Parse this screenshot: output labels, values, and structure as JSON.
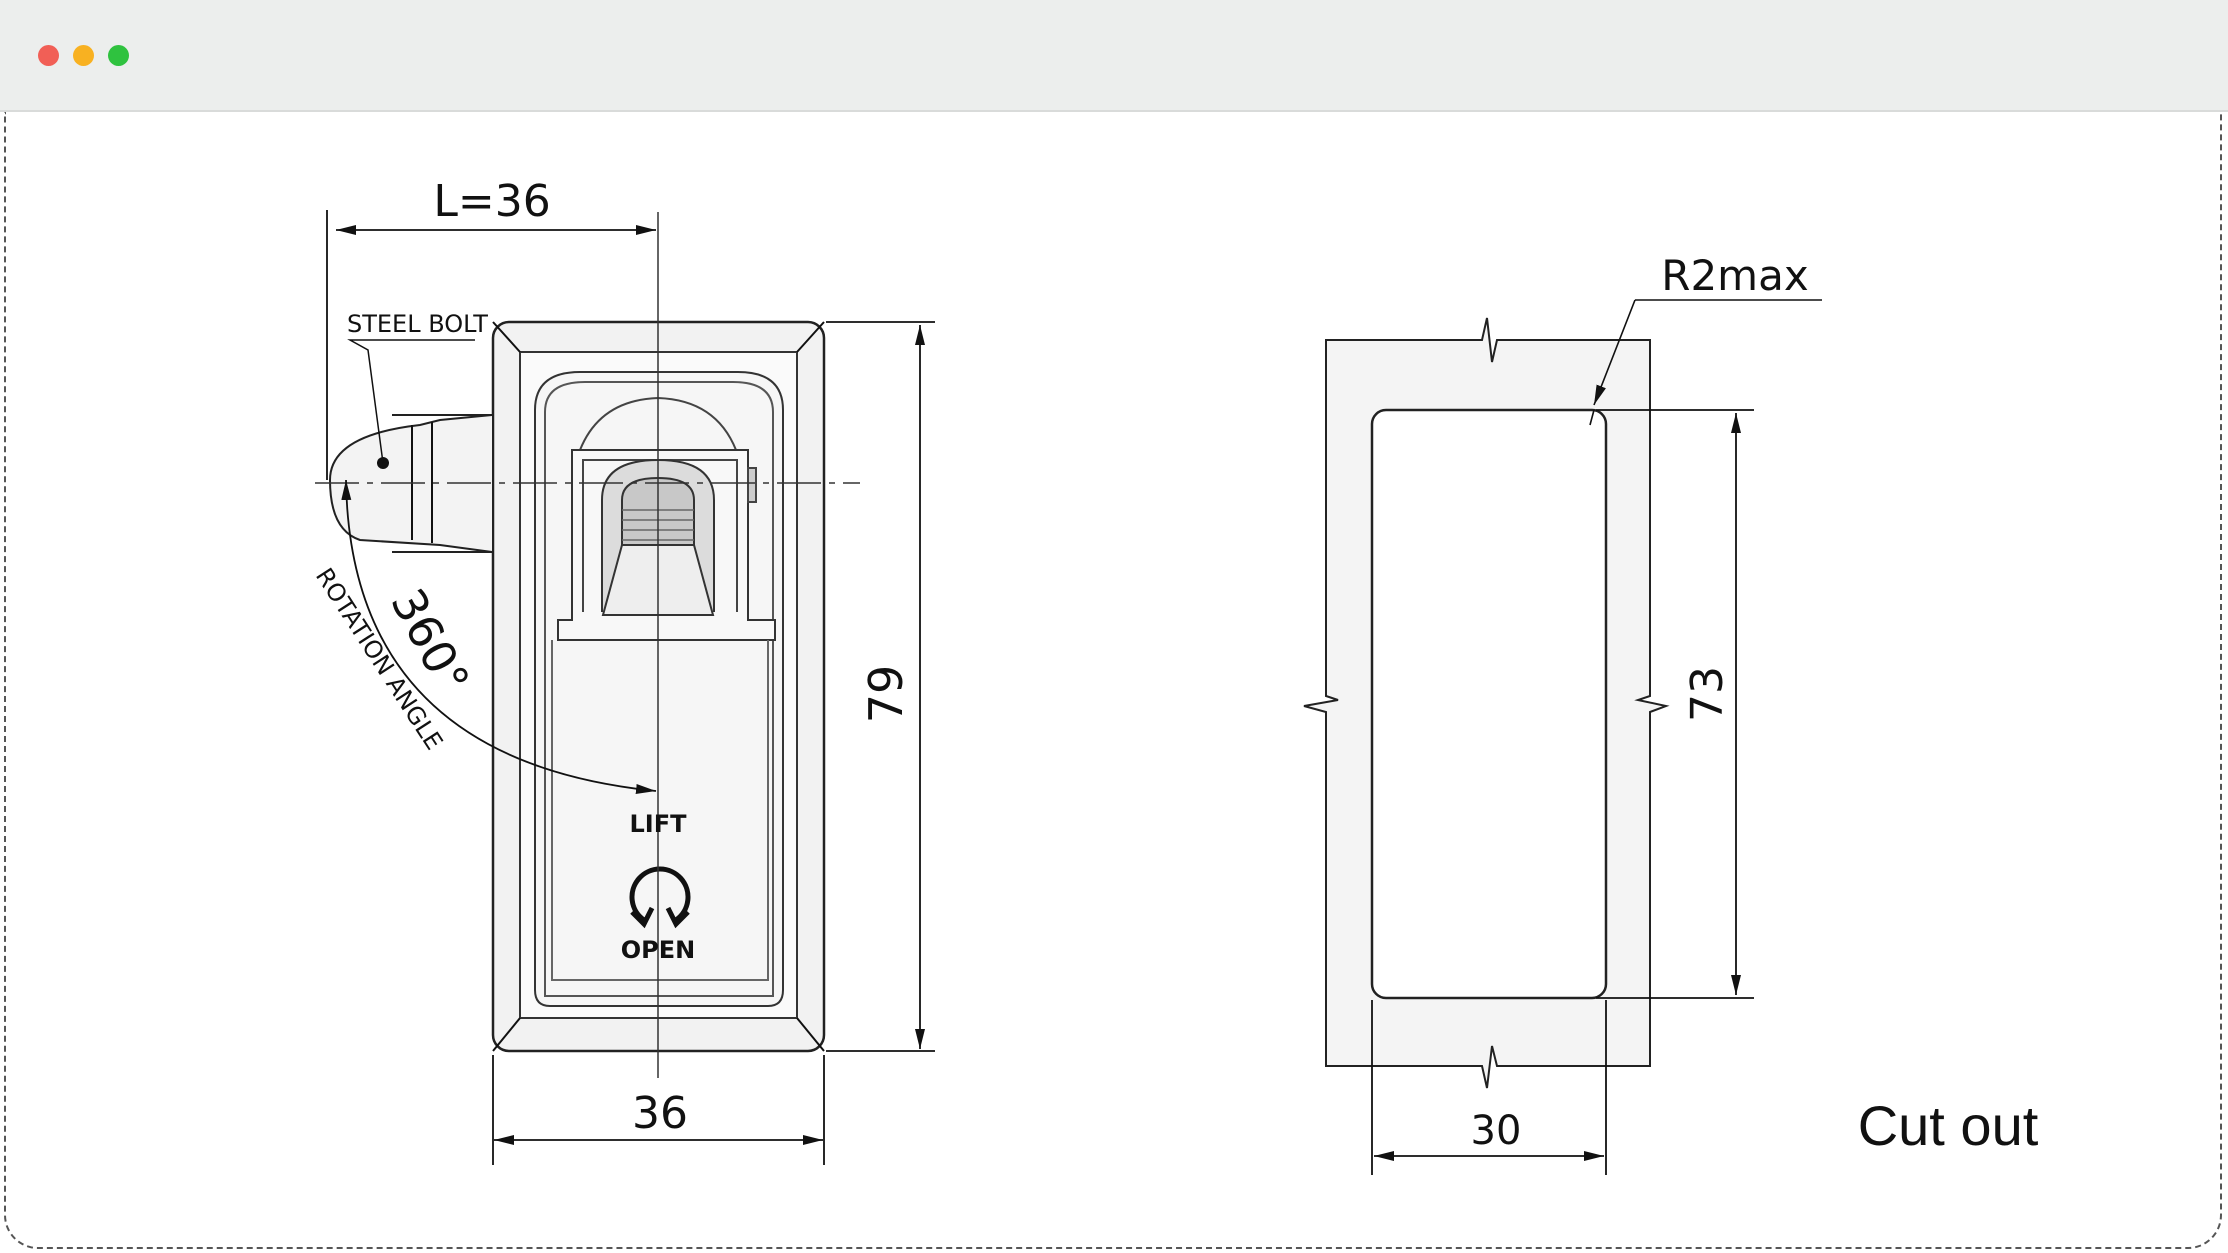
{
  "window": {
    "controls": [
      "close-dot",
      "minimize-dot",
      "maximize-dot"
    ],
    "colors": {
      "close": "#f15f56",
      "minimize": "#f8b121",
      "maximize": "#2fc23f"
    }
  },
  "drawing": {
    "dim_length": "L=36",
    "steel_bolt": "STEEL BOLT",
    "rotation_value": "360°",
    "rotation_label": "ROTATION ANGLE",
    "lift": "LIFT",
    "open": "OPEN",
    "height": "79",
    "width": "36",
    "radius": "R2max",
    "cut_height": "73",
    "cut_width": "30",
    "cut_title": "Cut out"
  }
}
